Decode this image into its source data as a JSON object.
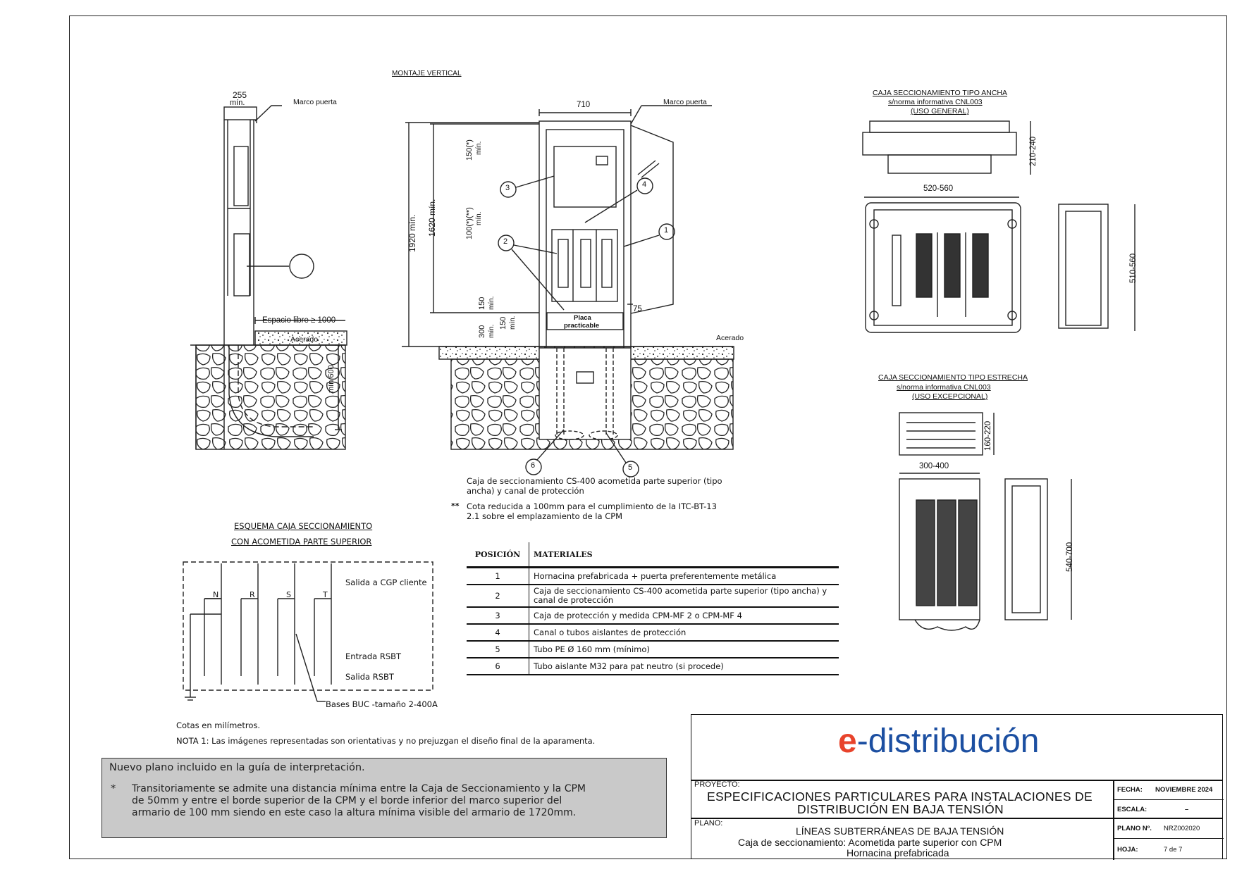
{
  "montaje_title": "MONTAJE VERTICAL",
  "side_view": {
    "dim_width": "255",
    "dim_width_unit": "mín.",
    "marco_puerta": "Marco puerta",
    "espacio_libre": "Espacio libre ≥ 1000",
    "acerado": "Acerado",
    "min_600": "mín 600"
  },
  "front_view": {
    "dim_width": "710",
    "marco_puerta": "Marco puerta",
    "dim_1920": "1920 mín.",
    "dim_1620": "1620 mín.",
    "dim_150": "150(*)",
    "dim_150_unit": "mín.",
    "dim_100": "100(*)(**)",
    "dim_100_unit": "mín.",
    "dim_150b": "150",
    "dim_150b_unit": "mín.",
    "dim_300": "300",
    "dim_300_unit": "mín.",
    "dim_150c": "150",
    "dim_150c_unit": "mín.",
    "dim_75": "75",
    "placa": "Placa",
    "practicable": "practicable",
    "acerado": "Acerado",
    "callouts": [
      "1",
      "2",
      "3",
      "4",
      "5",
      "6"
    ]
  },
  "front_notes": {
    "note_caja_1": "Caja de seccionamiento CS-400 acometida parte superior (tipo",
    "note_caja_2": "ancha) y canal de protección",
    "note_star": "**",
    "note_cota_1": "Cota reducida a 100mm para el cumplimiento de la ITC-BT-13",
    "note_cota_2": "2.1 sobre el emplazamiento de la CPM"
  },
  "caja_ancha": {
    "title_1": "CAJA SECCIONAMIENTO TIPO ANCHA",
    "title_2": "s/norma informativa CNL003",
    "title_3": "(USO GENERAL)",
    "dim_height": "210-240",
    "dim_width": "520-560",
    "dim_side": "510-560"
  },
  "caja_estrecha": {
    "title_1": "CAJA SECCIONAMIENTO TIPO ESTRECHA",
    "title_2": "s/norma informativa CNL003",
    "title_3": "(USO EXCEPCIONAL)",
    "dim_height": "160-220",
    "dim_width": "300-400",
    "dim_side": "540-700"
  },
  "esquema": {
    "title_1": "ESQUEMA CAJA SECCIONAMIENTO",
    "title_2": "CON ACOMETIDA PARTE SUPERIOR",
    "phases": [
      "N",
      "R",
      "S",
      "T"
    ],
    "salida_cgp": "Salida a CGP cliente",
    "entrada_rsbt": "Entrada RSBT",
    "salida_rsbt": "Salida RSBT",
    "bases_buc": "Bases BUC -tamaño 2-400A"
  },
  "materials": {
    "header_pos": "POSICIÓN",
    "header_mat": "MATERIALES",
    "rows": [
      {
        "pos": "1",
        "text": "Hornacina prefabricada + puerta preferentemente metálica"
      },
      {
        "pos": "2",
        "text": "Caja de seccionamiento CS-400 acometida parte superior (tipo ancha) y canal de protección"
      },
      {
        "pos": "3",
        "text": "Caja de protección y medida CPM-MF 2 o CPM-MF 4"
      },
      {
        "pos": "4",
        "text": "Canal o tubos aislantes de protección"
      },
      {
        "pos": "5",
        "text": "Tubo PE Ø 160 mm (mínimo)"
      },
      {
        "pos": "6",
        "text": "Tubo aislante M32 para pat neutro (si procede)"
      }
    ]
  },
  "footer_notes": {
    "cotas": "Cotas en milímetros.",
    "nota1": "NOTA 1: Las imágenes representadas son orientativas y no prejuzgan el diseño final de la aparamenta."
  },
  "grey_note": {
    "line1": "Nuevo plano incluido en la guía de interpretación.",
    "star": "*",
    "line2": "Transitoriamente se admite una distancia mínima entre la Caja de Seccionamiento y la CPM",
    "line3": "de 50mm y entre el borde superior de la CPM y el borde inferior del marco superior del",
    "line4": "armario de 100 mm siendo en este caso la altura mínima visible del armario de 1720mm."
  },
  "title_block": {
    "logo_e": "e",
    "logo_text": "-distribución",
    "proyecto_label": "PROYECTO:",
    "proyecto_1": "ESPECIFICACIONES PARTICULARES PARA INSTALACIONES DE",
    "proyecto_2": "DISTRIBUCIÓN EN BAJA TENSIÓN",
    "plano_label": "PLANO:",
    "plano_1": "LÍNEAS SUBTERRÁNEAS DE BAJA TENSIÓN",
    "plano_2": "Caja de seccionamiento: Acometida parte superior con CPM",
    "plano_3": "Hornacina prefabricada",
    "fecha_label": "FECHA:",
    "fecha": "NOVIEMBRE 2024",
    "escala_label": "ESCALA:",
    "escala": "–",
    "plano_n_label": "PLANO Nº.",
    "plano_n": "NRZ002020",
    "hoja_label": "HOJA:",
    "hoja": "7 de 7"
  }
}
